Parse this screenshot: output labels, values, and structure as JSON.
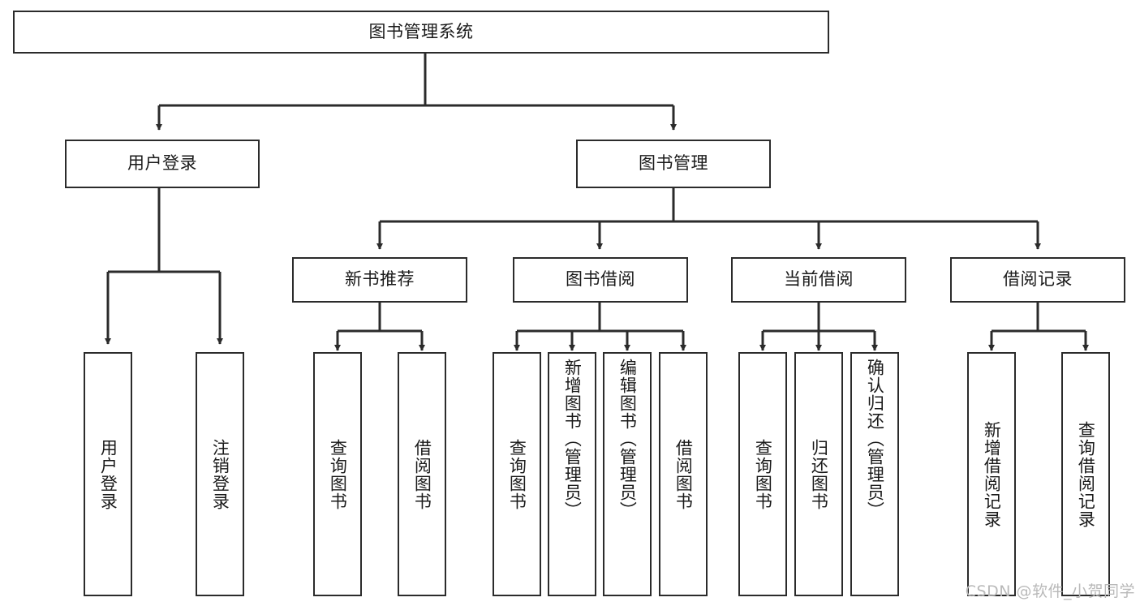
{
  "diagram": {
    "title_node": {
      "label": "图书管理系统"
    },
    "level2": [
      {
        "id": "user-login",
        "label": "用户登录"
      },
      {
        "id": "book-management",
        "label": "图书管理"
      }
    ],
    "level3": [
      {
        "id": "new-book-recommend",
        "label": "新书推荐"
      },
      {
        "id": "book-borrow",
        "label": "图书借阅"
      },
      {
        "id": "current-borrow",
        "label": "当前借阅"
      },
      {
        "id": "borrow-record",
        "label": "借阅记录"
      }
    ],
    "leaves": [
      {
        "id": "leaf-user-login",
        "label": "用户登录",
        "parent": "user-login"
      },
      {
        "id": "leaf-logout-login",
        "label": "注销登录",
        "parent": "user-login"
      },
      {
        "id": "leaf-query-book-1",
        "label": "查询图书",
        "parent": "new-book-recommend"
      },
      {
        "id": "leaf-borrow-book-1",
        "label": "借阅图书",
        "parent": "new-book-recommend"
      },
      {
        "id": "leaf-query-book-2",
        "label": "查询图书",
        "parent": "book-borrow"
      },
      {
        "id": "leaf-add-book",
        "label": "新增图书（管理员）",
        "parent": "book-borrow"
      },
      {
        "id": "leaf-edit-book",
        "label": "编辑图书（管理员）",
        "parent": "book-borrow"
      },
      {
        "id": "leaf-borrow-book-2",
        "label": "借阅图书",
        "parent": "book-borrow"
      },
      {
        "id": "leaf-query-book-3",
        "label": "查询图书",
        "parent": "current-borrow"
      },
      {
        "id": "leaf-return-book",
        "label": "归还图书",
        "parent": "current-borrow"
      },
      {
        "id": "leaf-confirm-return",
        "label": "确认归还（管理员）",
        "parent": "current-borrow"
      },
      {
        "id": "leaf-add-record",
        "label": "新增借阅记录",
        "parent": "borrow-record"
      },
      {
        "id": "leaf-query-record",
        "label": "查询借阅记录",
        "parent": "borrow-record"
      }
    ],
    "colors": {
      "stroke": "#2b2b2b",
      "fill": "#ffffff",
      "text": "#1a1a1a",
      "watermark": "#b9b9b9"
    }
  },
  "watermark": {
    "text": "CSDN @软件_小贺同学"
  }
}
